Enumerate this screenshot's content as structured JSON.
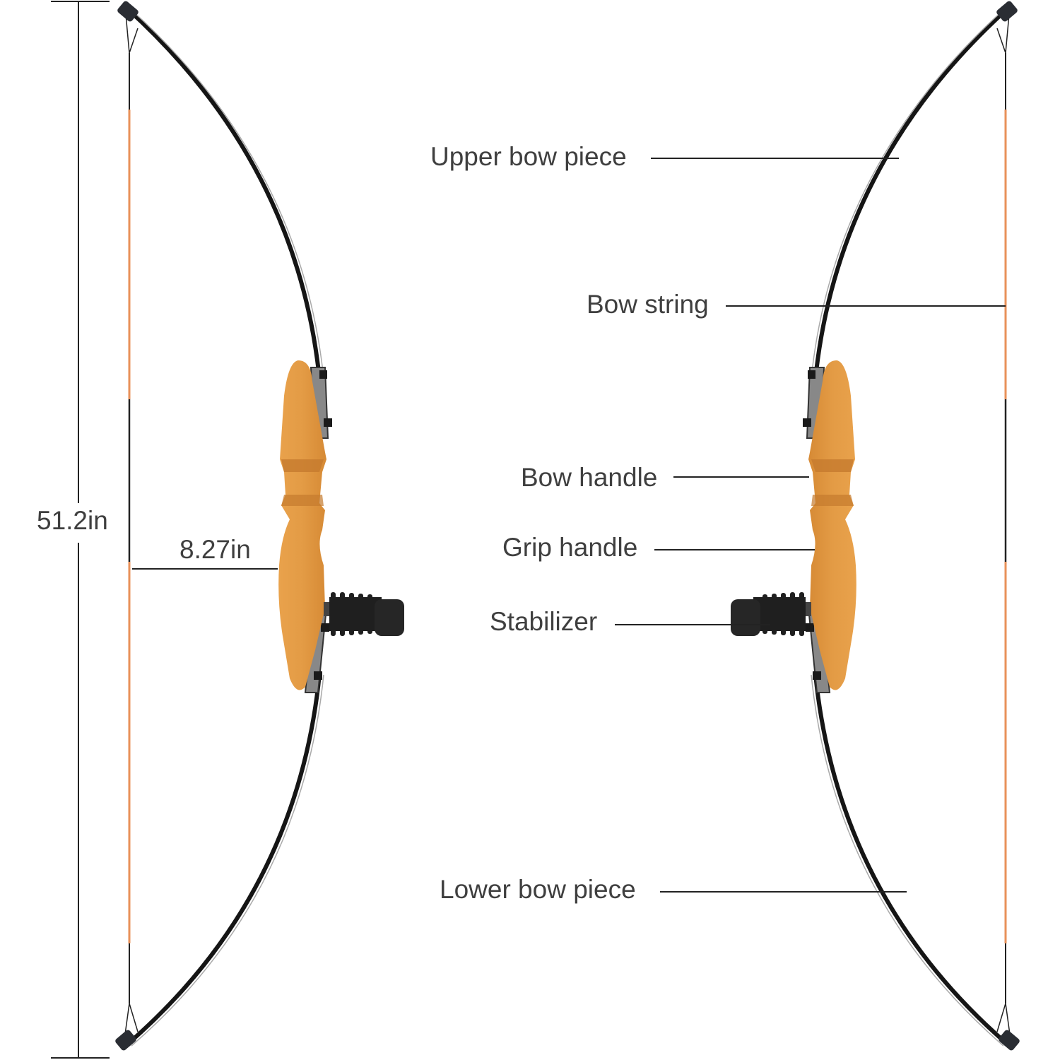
{
  "dimensions": {
    "height": "51.2in",
    "grip_depth": "8.27in"
  },
  "labels": {
    "upper_bow_piece": "Upper bow piece",
    "bow_string": "Bow string",
    "bow_handle": "Bow handle",
    "grip_handle": "Grip handle",
    "stabilizer": "Stabilizer",
    "lower_bow_piece": "Lower bow piece"
  },
  "colors": {
    "wood": "#e0983f",
    "wood_dark": "#c9782a",
    "limb": "#1c1c1c",
    "string_orange": "#e8915a",
    "label_text": "#3f3f3f",
    "leader_line": "#222222"
  }
}
